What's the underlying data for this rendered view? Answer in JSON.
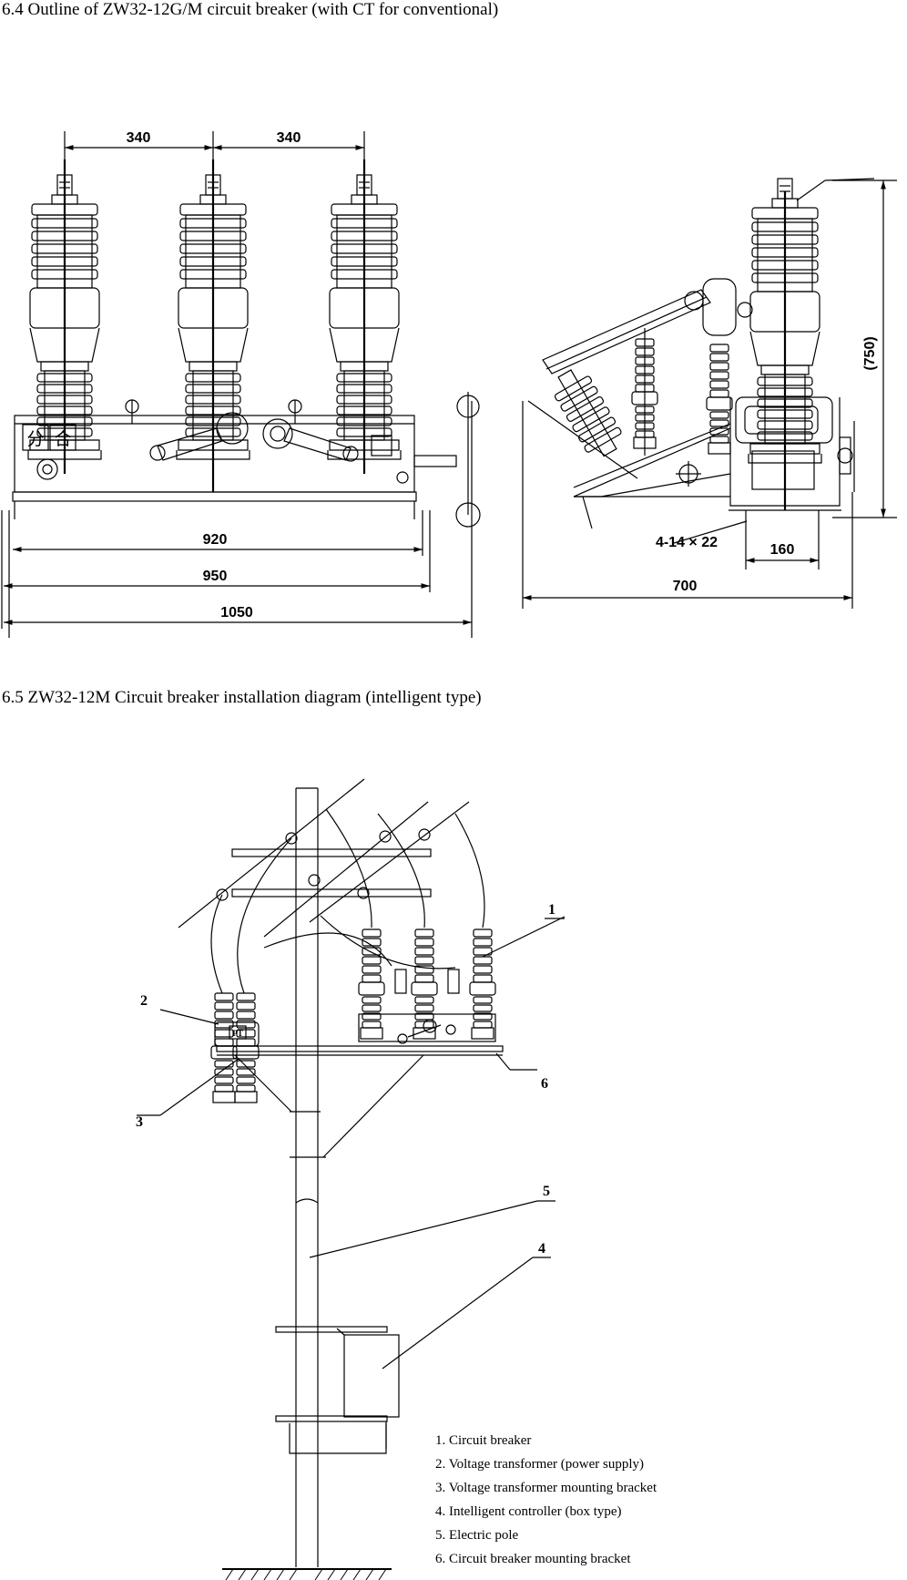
{
  "headings": {
    "outline": "6.4 Outline of ZW32-12G/M circuit breaker (with CT for conventional)",
    "installation": "6.5 ZW32-12M Circuit breaker installation diagram (intelligent type)"
  },
  "front_view": {
    "dim_pole_spacing_left": "340",
    "dim_pole_spacing_right": "340",
    "dim_920": "920",
    "dim_950": "950",
    "dim_1050": "1050",
    "label_open": "分",
    "label_close": "合"
  },
  "side_view": {
    "dim_height": "(750)",
    "dim_holes": "4-14 × 22",
    "dim_160": "160",
    "dim_700": "700"
  },
  "install_view": {
    "callout_1": "1",
    "callout_2": "2",
    "callout_3": "3",
    "callout_4": "4",
    "callout_5": "5",
    "callout_6": "6",
    "pt_label": "PT"
  },
  "legend": {
    "items": [
      "1. Circuit breaker",
      "2. Voltage transformer (power supply)",
      "3. Voltage transformer mounting bracket",
      "4. Intelligent controller (box type)",
      "5. Electric pole",
      "6. Circuit breaker mounting bracket"
    ]
  }
}
